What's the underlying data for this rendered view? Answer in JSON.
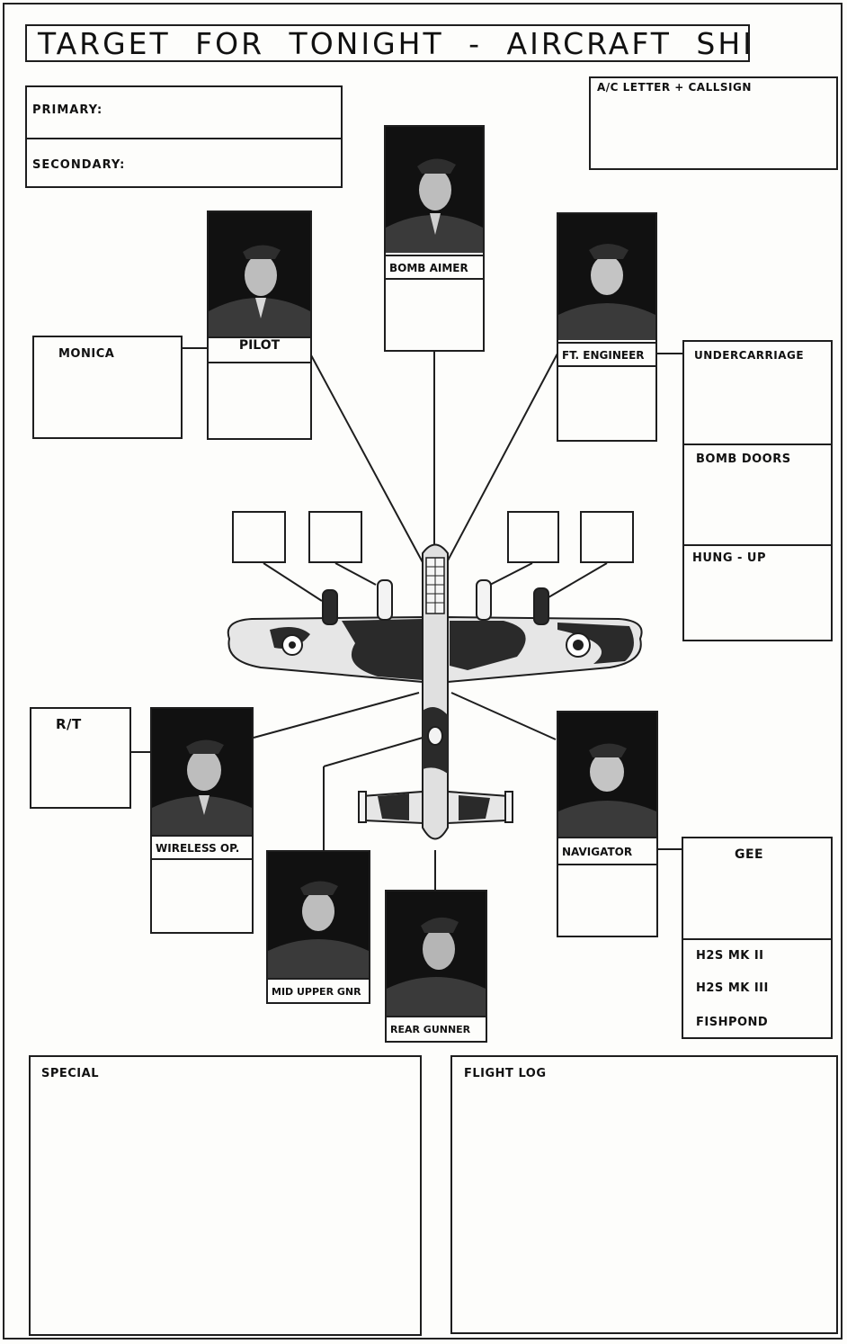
{
  "title": "TARGET  FOR  TONIGHT - AIRCRAFT  SHEET",
  "targets": {
    "primary_label": "PRIMARY:",
    "secondary_label": "SECONDARY:"
  },
  "callsign_label": "A/C LETTER + CALLSIGN",
  "crew": {
    "pilot": "PILOT",
    "bomb_aimer": "BOMB AIMER",
    "flight_engineer": "FT. ENGINEER",
    "wireless_op": "WIRELESS OP.",
    "mid_upper_gnr": "MID UPPER GNR",
    "rear_gunner": "REAR GUNNER",
    "navigator": "NAVIGATOR"
  },
  "equipment": {
    "monica": "MONICA",
    "undercarriage": "UNDERCARRIAGE",
    "bomb_doors": "BOMB DOORS",
    "hung_up": "HUNG - UP",
    "rt": "R/T",
    "gee": "GEE",
    "h2s_mk2": "H2S MK II",
    "h2s_mk3": "H2S MK III",
    "fishpond": "FISHPOND"
  },
  "special_label": "SPECIAL",
  "flight_log_label": "FLIGHT LOG",
  "colors": {
    "ink": "#1e1e1e",
    "paper": "#fdfdfb",
    "camo_dark": "#2a2a2a",
    "camo_light": "#d9d9d9"
  }
}
